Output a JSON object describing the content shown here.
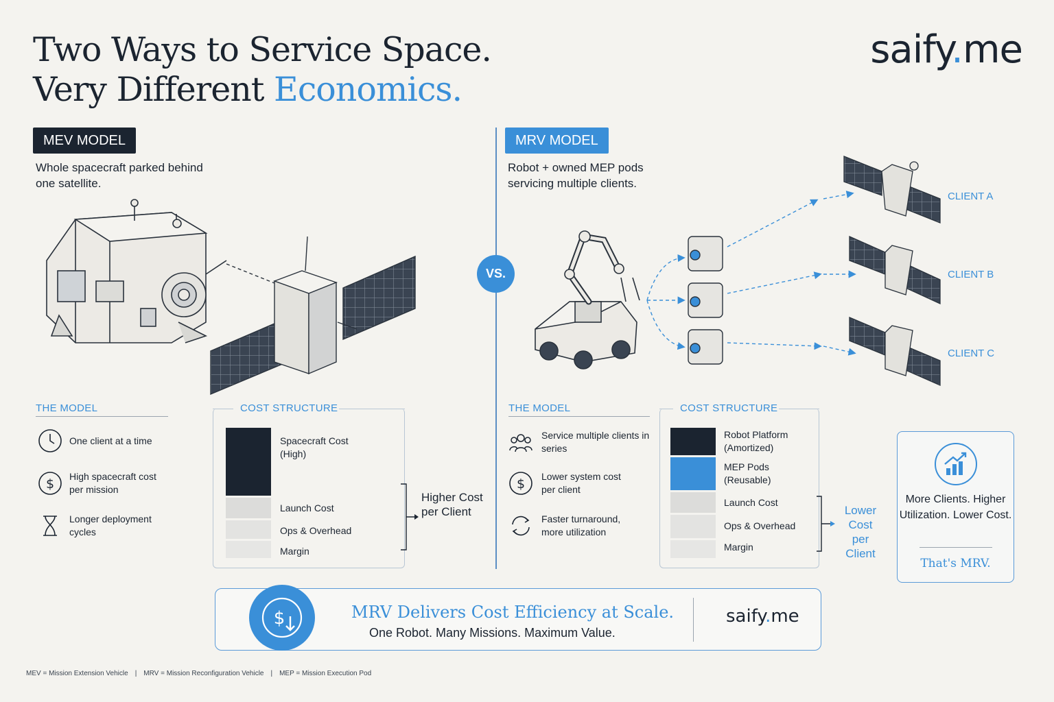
{
  "header": {
    "title_line1": "Two Ways to Service Space.",
    "title_line2_a": "Very Different ",
    "title_line2_b": "Economics.",
    "brand_a": "saify",
    "brand_dot": ".",
    "brand_b": "me"
  },
  "vs_label": "VS.",
  "mev": {
    "badge": "MEV MODEL",
    "desc": "Whole spacecraft parked behind one satellite.",
    "model_header": "THE MODEL",
    "model_items": [
      {
        "icon": "clock-icon",
        "text": "One client at a time"
      },
      {
        "icon": "dollar-icon",
        "text": "High spacecraft cost per mission"
      },
      {
        "icon": "hourglass-icon",
        "text": "Longer deployment cycles"
      }
    ],
    "cost_header": "COST STRUCTURE",
    "cost_items": [
      {
        "label": "Spacecraft Cost (High)",
        "color": "#1b2430"
      },
      {
        "label": "Launch Cost",
        "color": "#dcdcda"
      },
      {
        "label": "Ops & Overhead",
        "color": "#e3e3e1"
      },
      {
        "label": "Margin",
        "color": "#e6e6e4"
      }
    ],
    "outcome": "Higher Cost per Client"
  },
  "mrv": {
    "badge": "MRV MODEL",
    "desc": "Robot + owned MEP pods servicing multiple clients.",
    "model_header": "THE MODEL",
    "model_items": [
      {
        "icon": "people-icon",
        "text": "Service multiple clients in series"
      },
      {
        "icon": "dollar-icon",
        "text": "Lower system cost per client"
      },
      {
        "icon": "cycle-icon",
        "text": "Faster turnaround, more utilization"
      }
    ],
    "cost_header": "COST STRUCTURE",
    "cost_items": [
      {
        "label": "Robot Platform (Amortized)",
        "color": "#1b2430"
      },
      {
        "label": "MEP Pods (Reusable)",
        "color": "#3a8fd8"
      },
      {
        "label": "Launch Cost",
        "color": "#dcdcda"
      },
      {
        "label": "Ops & Overhead",
        "color": "#e3e3e1"
      },
      {
        "label": "Margin",
        "color": "#e6e6e4"
      }
    ],
    "outcome": "Lower Cost per Client",
    "clients": [
      "CLIENT A",
      "CLIENT B",
      "CLIENT C"
    ]
  },
  "summary": {
    "icon": "bar-chart-growth-icon",
    "text": "More Clients. Higher Utilization. Lower Cost.",
    "tagline": "That's MRV."
  },
  "banner": {
    "icon": "dollar-down-icon",
    "title": "MRV Delivers Cost Efficiency at Scale.",
    "subtitle": "One Robot. Many Missions. Maximum Value.",
    "brand_a": "saify",
    "brand_dot": ".",
    "brand_b": "me"
  },
  "footer": [
    "MEV = Mission Extension Vehicle",
    "MRV = Mission Reconfiguration Vehicle",
    "MEP = Mission Execution Pod"
  ],
  "colors": {
    "accent": "#3a8fd8",
    "dark": "#1b2430",
    "background": "#f4f3ef"
  }
}
